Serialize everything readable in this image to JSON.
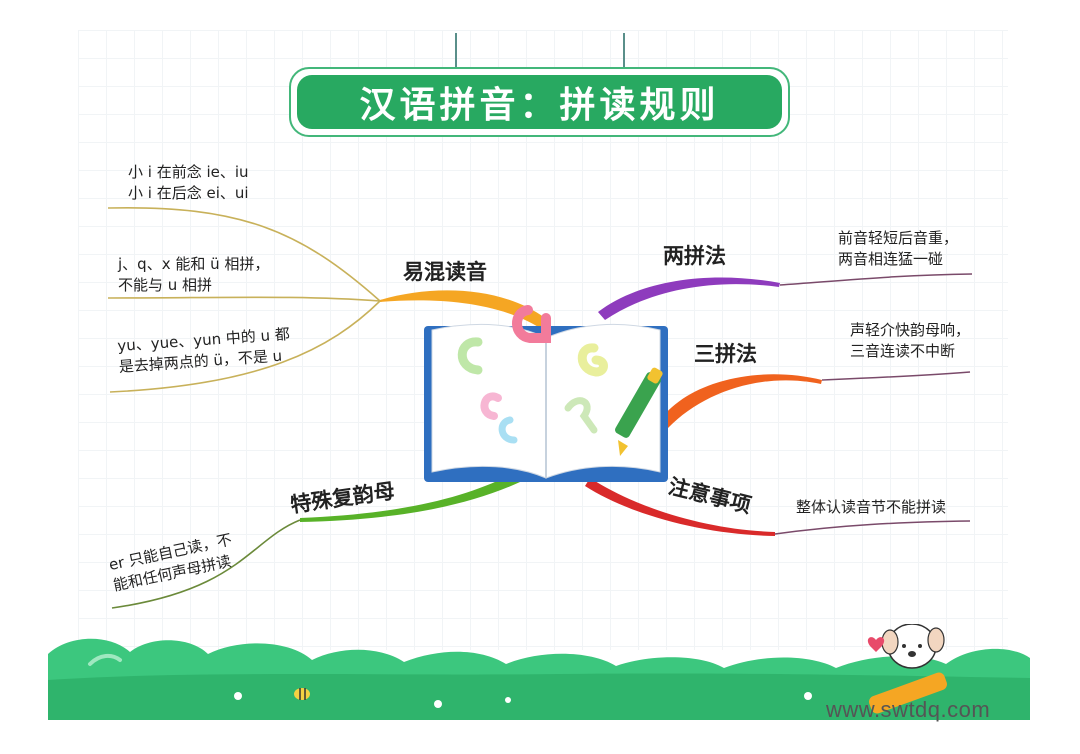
{
  "title": "汉语拼音：拼读规则",
  "colors": {
    "title_bg": "#28a961",
    "branch_mix": "#f5a623",
    "branch_two": "#8e3bbd",
    "branch_three": "#f0621e",
    "branch_special": "#58b228",
    "branch_notes": "#d92a2a",
    "ground": "#3cc77e"
  },
  "branches": {
    "mix": {
      "label": "易混读音",
      "notes": [
        [
          "小 i 在前念 ie、iu",
          "小 i 在后念 ei、ui"
        ],
        [
          "j、q、x 能和 ü 相拼，",
          "不能与 u 相拼"
        ],
        [
          "yu、yue、yun 中的 u 都",
          "是去掉两点的 ü，不是 u"
        ]
      ]
    },
    "two": {
      "label": "两拼法",
      "notes": [
        [
          "前音轻短后音重，",
          "两音相连猛一碰"
        ]
      ]
    },
    "three": {
      "label": "三拼法",
      "notes": [
        [
          "声轻介快韵母响，",
          "三音连读不中断"
        ]
      ]
    },
    "special": {
      "label": "特殊复韵母",
      "notes": [
        [
          "er 只能自己读，不",
          "能和任何声母拼读"
        ]
      ]
    },
    "notes": {
      "label": "注意事项",
      "notes": [
        [
          "整体认读音节不能拼读"
        ]
      ]
    }
  },
  "watermark": "www.swtdq.com"
}
